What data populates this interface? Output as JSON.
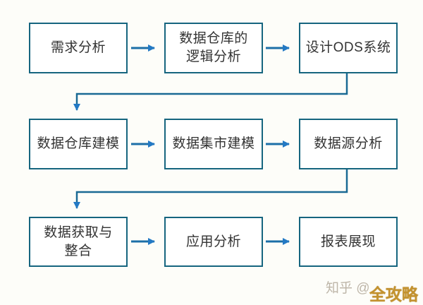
{
  "flowchart": {
    "boxes": [
      {
        "id": "requirements-analysis",
        "label": "需求分析",
        "row": 0,
        "col": 0
      },
      {
        "id": "dw-logical-analysis",
        "label": "数据仓库的\n逻辑分析",
        "row": 0,
        "col": 1
      },
      {
        "id": "design-ods-system",
        "label": "设计ODS系统",
        "row": 0,
        "col": 2
      },
      {
        "id": "dw-modeling",
        "label": "数据仓库建模",
        "row": 1,
        "col": 0
      },
      {
        "id": "data-mart-modeling",
        "label": "数据集市建模",
        "row": 1,
        "col": 1
      },
      {
        "id": "data-source-analysis",
        "label": "数据源分析",
        "row": 1,
        "col": 2
      },
      {
        "id": "data-acquisition-integration",
        "label": "数据获取与\n整合",
        "row": 2,
        "col": 0
      },
      {
        "id": "application-analysis",
        "label": "应用分析",
        "row": 2,
        "col": 1
      },
      {
        "id": "report-presentation",
        "label": "报表展现",
        "row": 2,
        "col": 2
      }
    ],
    "flow_order": [
      "需求分析",
      "数据仓库的逻辑分析",
      "设计ODS系统",
      "数据仓库建模",
      "数据集市建模",
      "数据源分析",
      "数据获取与整合",
      "应用分析",
      "报表展现"
    ]
  },
  "watermark": {
    "prefix": "知乎 @",
    "brand": "全攻略"
  },
  "colors": {
    "background": "#fdfdf9",
    "box_border": "#16657f",
    "box_fill": "#ffffff",
    "text": "#333333",
    "arrow_shaft": "#1c6fa8",
    "arrow_head": "#2379c4",
    "watermark_gray": "#bab2a4",
    "watermark_gold": "#c3922e"
  }
}
